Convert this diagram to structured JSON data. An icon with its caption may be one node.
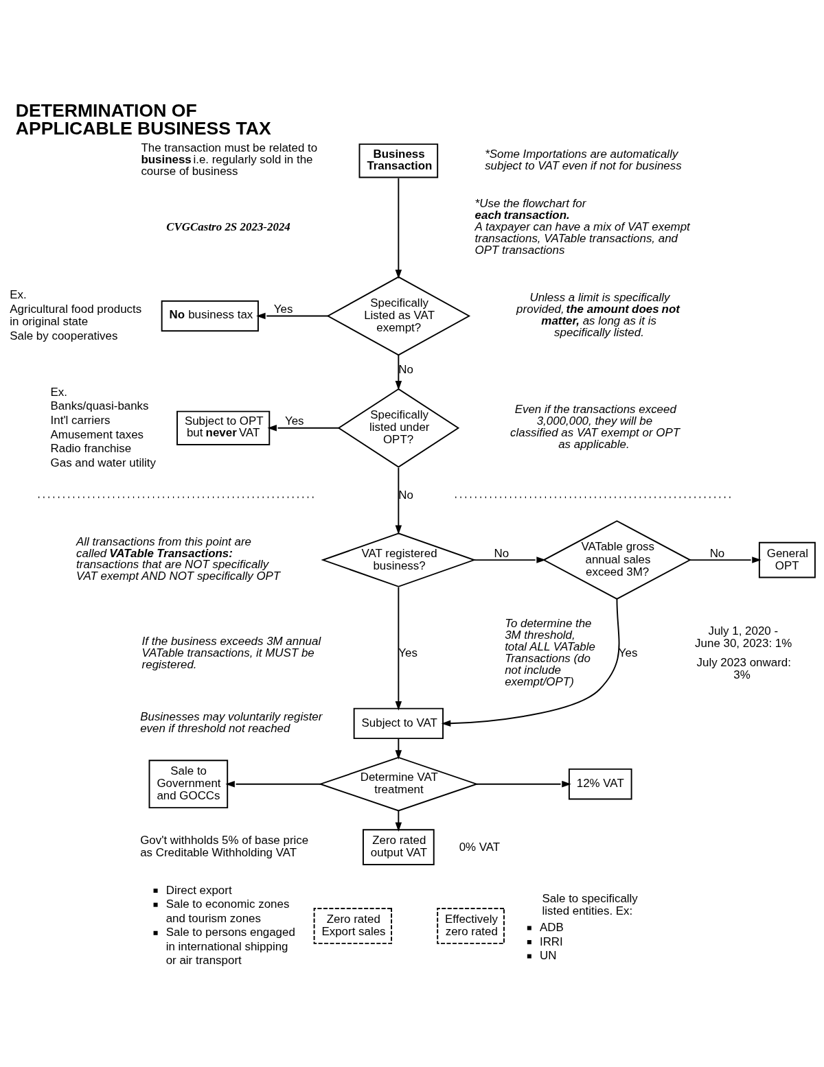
{
  "diagram": {
    "title": "DETERMINATION OF APPLICABLE BUSINESS TAX",
    "nodes": [
      {
        "text": [
          "Business Transaction"
        ]
      },
      {
        "text": [
          "Specifically Listed as VAT exempt?"
        ]
      },
      {
        "text": [
          "**No** business tax"
        ],
        "beside": [
          "Ex.",
          "Agricultural food products in original state",
          "Sale by cooperatives"
        ]
      },
      {
        "text": [
          "Specifically listed under OPT?"
        ]
      },
      {
        "text": [
          "Subject to OPT but **never** VAT"
        ],
        "beside": [
          "Ex.",
          "Banks/quasi-banks",
          "Int'l carriers",
          "Amusement taxes",
          "Radio franchise",
          "Gas and water utility"
        ]
      },
      {
        "text": [
          "VAT registered business?"
        ]
      },
      {
        "text": [
          "VATable gross annual sales exceed 3M?"
        ]
      },
      {
        "text": [
          "General OPT"
        ],
        "beside": [
          "July 1, 2020 - June 30, 2023: 1%",
          "July 2023 onward: 3%"
        ]
      },
      {
        "text": [
          "Subject to VAT"
        ]
      },
      {
        "text": [
          "Determine VAT treatment"
        ]
      },
      {
        "text": [
          "Sale to Government and GOCCs"
        ],
        "beside": [
          "Gov't withholds 5% of base price as Creditable Withholding VAT"
        ]
      },
      {
        "text": [
          "12% VAT"
        ]
      },
      {
        "text": [
          "Zero rated output VAT"
        ],
        "beside": [
          "0% VAT"
        ]
      },
      {
        "text": [
          "Zero rated Export sales"
        ],
        "beside": [
          "Direct export",
          "Sale to economic zones and tourism zones",
          "Sale to persons engaged in international shipping or air transport"
        ]
      },
      {
        "text": [
          "Effectively zero rated"
        ],
        "beside": [
          "Sale to specifically listed entities. Ex:",
          "ADB",
          "IRRI",
          "UN"
        ]
      }
    ],
    "edges": [
      {
        "from": 0,
        "to": 1,
        "arrow": "to"
      },
      {
        "from": 1,
        "to": 2,
        "arrow": "to",
        "label": "Yes"
      },
      {
        "from": 1,
        "to": 3,
        "arrow": "to",
        "label": "No"
      },
      {
        "from": 3,
        "to": 4,
        "arrow": "to",
        "label": "Yes"
      },
      {
        "from": 3,
        "to": 5,
        "arrow": "to",
        "label": "No"
      },
      {
        "from": 5,
        "to": 6,
        "arrow": "to",
        "label": "No"
      },
      {
        "from": 6,
        "to": 7,
        "arrow": "to",
        "label": "No"
      },
      {
        "from": 5,
        "to": 8,
        "arrow": "to",
        "label": "Yes"
      },
      {
        "from": 6,
        "to": 8,
        "arrow": "to",
        "label": "Yes"
      },
      {
        "from": 8,
        "to": 9,
        "arrow": "to"
      },
      {
        "from": 9,
        "to": 10,
        "arrow": "to"
      },
      {
        "from": 9,
        "to": 11,
        "arrow": "to"
      },
      {
        "from": 9,
        "to": 12,
        "arrow": "to"
      }
    ],
    "labels": [
      "The transaction must be related to **business** i.e. regularly sold in the course of business",
      "CVGCastro 2S 2023-2024",
      "*Some Importations are automatically subject to VAT even if not for business",
      "*Use the flowchart for **each transaction**. A taxpayer can have a mix of VAT exempt transactions, VATable transactions, and OPT transactions",
      "Unless a limit is specifically provided, **the amount does not matter,** as long as it is specifically listed.",
      "Even if the transactions exceed 3,000,000, they will be classified as VAT exempt or OPT as applicable.",
      "All transactions from this point are called **VATable Transactions:** transactions that are NOT specifically VAT exempt AND NOT specifically OPT",
      "If the business exceeds 3M annual VATable transactions, it MUST be registered.",
      "Businesses may voluntarily register even if threshold not reached",
      "To determine the 3M threshold, total ALL VATable Transactions (do not include exempt/OPT)"
    ]
  }
}
